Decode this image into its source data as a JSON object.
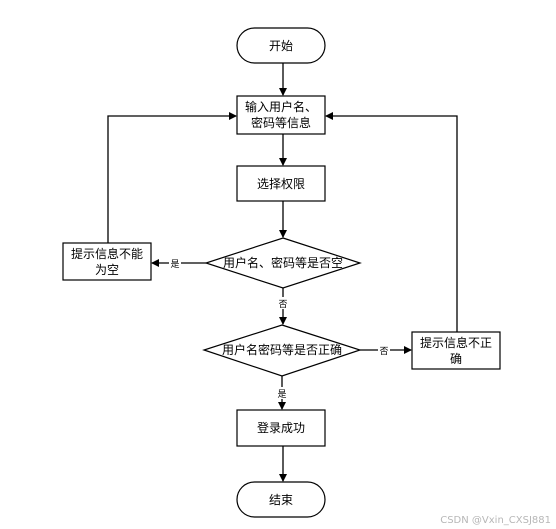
{
  "nodes": {
    "start": "开始",
    "input": [
      "输入用户名、",
      "密码等信息"
    ],
    "select": "选择权限",
    "check_empty": "用户名、密码等是否空",
    "error_empty": [
      "提示信息不能",
      "为空"
    ],
    "check_correct": "用户名密码等是否正确",
    "error_wrong": [
      "提示信息不正",
      "确"
    ],
    "login": "登录成功",
    "end": "结束"
  },
  "edges": {
    "yes": "是",
    "no": "否"
  },
  "watermark": "CSDN @Vxin_CXSJ881"
}
